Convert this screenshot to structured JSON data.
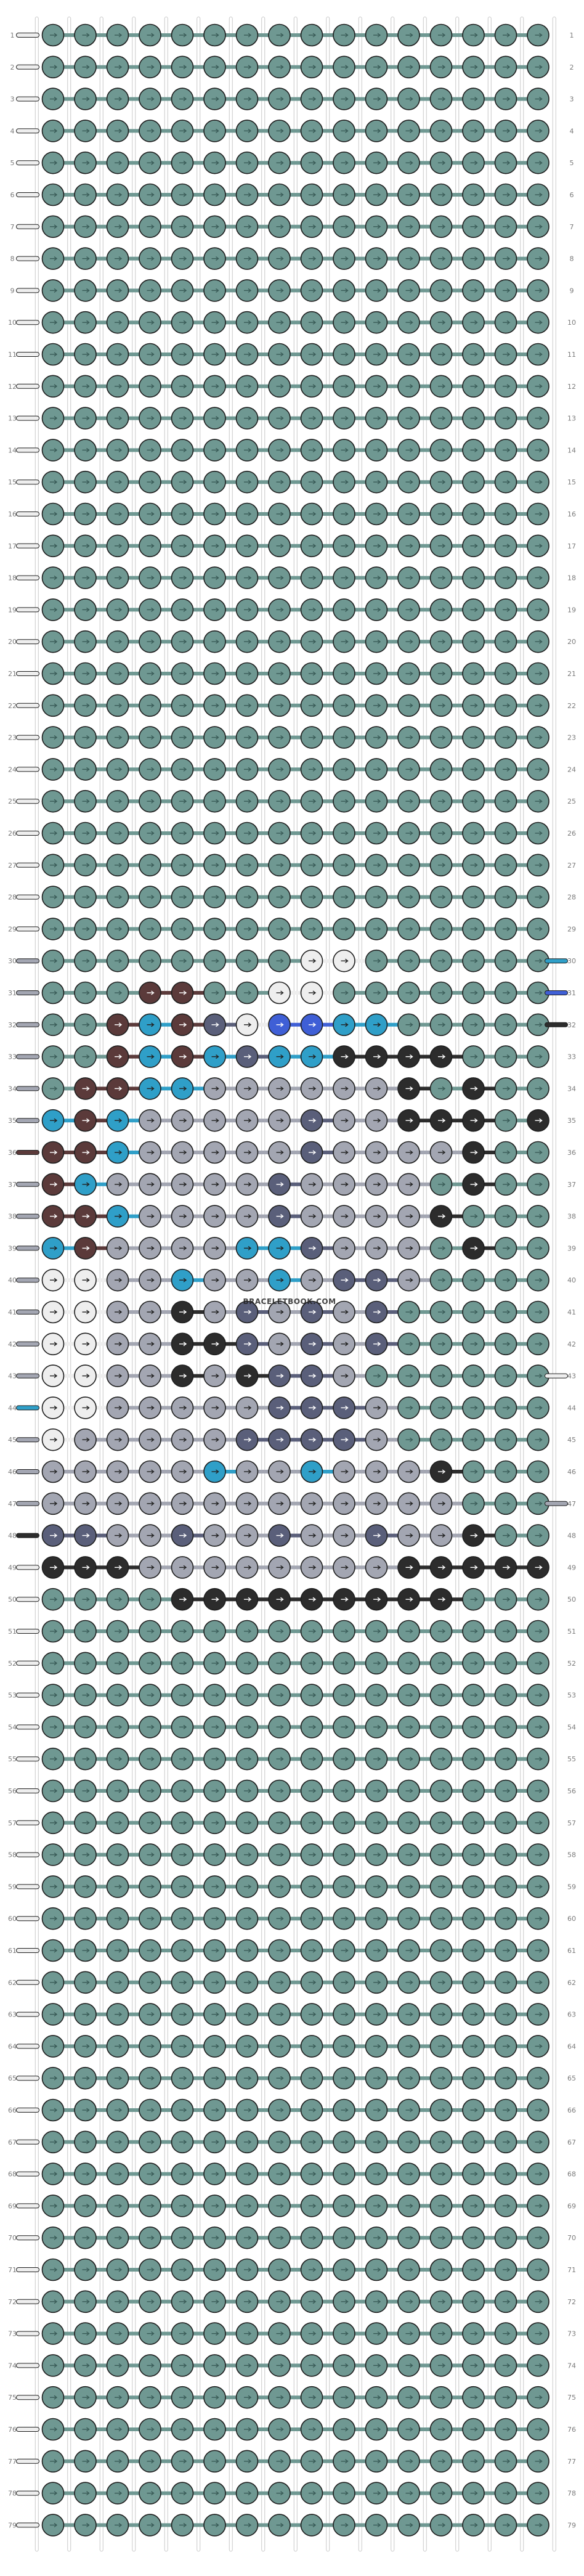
{
  "pattern": {
    "type": "alpha friendship bracelet pattern",
    "watermark": "BRACELETBOOK.COM",
    "rows": 79,
    "columns": 16,
    "background_color": "#6f9892",
    "legend_row_labels": [
      "1",
      "2",
      "3",
      "4",
      "5",
      "6",
      "7",
      "8",
      "9",
      "10",
      "11",
      "12",
      "13",
      "14",
      "15",
      "16",
      "17",
      "18",
      "19",
      "20",
      "21",
      "22",
      "23",
      "24",
      "25",
      "26",
      "27",
      "28",
      "29",
      "30",
      "31",
      "32",
      "33",
      "34",
      "35",
      "36",
      "37",
      "38",
      "39",
      "40",
      "41",
      "42",
      "43",
      "44",
      "45",
      "46",
      "47",
      "48",
      "49",
      "50",
      "51",
      "52",
      "53",
      "54",
      "55",
      "56",
      "57",
      "58",
      "59",
      "60",
      "61",
      "62",
      "63",
      "64",
      "65",
      "66",
      "67",
      "68",
      "69",
      "70",
      "71",
      "72",
      "73",
      "74",
      "75",
      "76",
      "77",
      "78",
      "79"
    ],
    "colors": {
      "teal": "#6f9892",
      "maroon": "#5b3a3a",
      "blue": "#2f9fc8",
      "white": "#eeeeee",
      "light_gray": "#a3a6b2",
      "slate": "#5a5f7a",
      "dark": "#2c2c2c",
      "royal": "#3f5fd6"
    },
    "motif_rows": [
      "................",
      "........WW......",
      "...MM..WW.......",
      "..MBMXWRRBB.....",
      "..MBMBXBBDDDD...",
      ".MMBBLLLLLLD.D..",
      "BMBLLLLLSLLDDD.D",
      "MMBLLLLLSLLLLD..",
      "MBLLLLLSLLLL.D..",
      "MMBLLLLSLLLLD...",
      "BMLLLLBBSLLL.D..",
      "WWLLBLLBLSSL....",
      "WWLLDLSLSLS.....",
      "WWLLDDSLSLS.....",
      "WWLLDLDSSL......",
      "WWLLLLLSSSL.....",
      "WLLLLLSSSSL.....",
      "LLLLLBLLBLLLD...",
      "LLLLLLLLLLLLL...",
      "SSLLSLLSLLSLLD..",
      "DDDLLLLLLLLDDDDD",
      "....DDDDDDDDD..."
    ],
    "motif_start_row": 29,
    "motif_color_key": {
      "M": "maroon",
      "B": "blue",
      "W": "white",
      "L": "light_gray",
      "S": "slate",
      "D": "dark",
      "R": "royal",
      "X": "slate"
    },
    "left_strand_colors": [
      "white",
      "white",
      "white",
      "white",
      "white",
      "white",
      "white",
      "white",
      "white",
      "white",
      "white",
      "white",
      "white",
      "white",
      "white",
      "white",
      "white",
      "white",
      "white",
      "white",
      "white",
      "white",
      "white",
      "white",
      "white",
      "white",
      "white",
      "white",
      "white",
      "light_gray",
      "light_gray",
      "light_gray",
      "light_gray",
      "light_gray",
      "light_gray",
      "maroon",
      "light_gray",
      "light_gray",
      "light_gray",
      "light_gray",
      "light_gray",
      "light_gray",
      "light_gray",
      "blue",
      "light_gray",
      "light_gray",
      "light_gray",
      "dark",
      "white",
      "white",
      "white",
      "white",
      "white",
      "white",
      "white",
      "white",
      "white",
      "white",
      "white",
      "white",
      "white",
      "white",
      "white",
      "white",
      "white",
      "white",
      "white",
      "white",
      "white",
      "white",
      "white",
      "white",
      "white",
      "white",
      "white",
      "white",
      "white",
      "white",
      "white"
    ],
    "right_strand_markers": {
      "30": "blue",
      "31": "royal",
      "32": "dark",
      "43": "white",
      "47": "light_gray"
    }
  }
}
